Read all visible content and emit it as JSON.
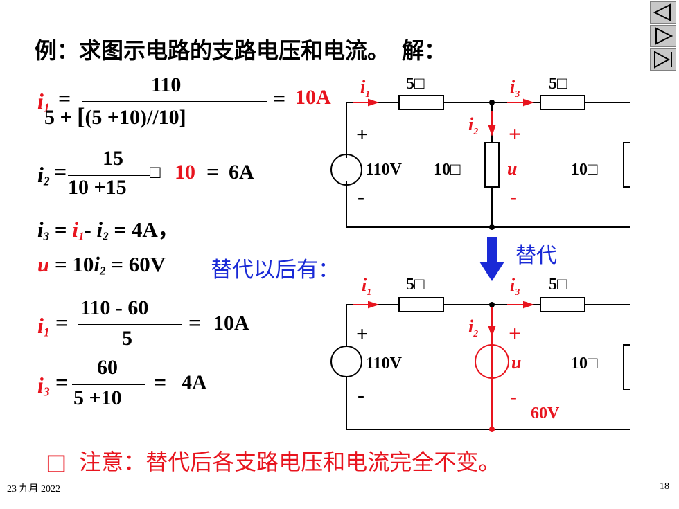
{
  "title": "例：求图示电路的支路电压和电流。",
  "solve_label": "解：",
  "eq1": {
    "lhs": "i",
    "sub": "1",
    "eq": "=",
    "num": "110",
    "den_a": "5 + ",
    "den_b": "[",
    "den_c": "(5 +10)//10]",
    "res_eq": "=",
    "result": "10A"
  },
  "eq2": {
    "lhs": "i",
    "sub": "2",
    "eq": "=",
    "num": "15",
    "den": "10 +15",
    "box": "□",
    "mul": "10",
    "eq2": "=",
    "result": "6A"
  },
  "eq3": {
    "lhs": "i",
    "sub": "3",
    "eq": "=",
    "i1": "i",
    "i1sub": "1",
    "minus": "- ",
    "i2": "i",
    "i2sub": "2",
    "eq2": "= ",
    "result": "4A，"
  },
  "eq4": {
    "lhs": "u",
    "eq": "= ",
    "coef": "10",
    "var": "i",
    "varsub": "2",
    "eq2": "= ",
    "result": "60V"
  },
  "replace_text": "替代以后有：",
  "eq5": {
    "lhs": "i",
    "sub": "1",
    "eq": "=",
    "num": "110 - 60",
    "den": "5",
    "eq2": "=",
    "result": "10A"
  },
  "eq6": {
    "lhs": "i",
    "sub": "3",
    "eq": "=",
    "num": "60",
    "den": "5 +10",
    "eq2": "=",
    "result": "4A"
  },
  "arrow_label": "替代",
  "note_bullet": "□",
  "note": "注意：替代后各支路电压和电流完全不变。",
  "date": "23 九月 2022",
  "page_number": "18",
  "circuit1": {
    "i1": "i",
    "i1sub": "1",
    "r1": "5□",
    "i3": "i",
    "i3sub": "3",
    "r3": "5□",
    "i2": "i",
    "i2sub": "2",
    "plus_left": "+",
    "source": "110V",
    "r2": "10□",
    "plus_mid": "+",
    "u": "u",
    "r4": "10□",
    "minus_left": "-",
    "minus_mid": "-"
  },
  "circuit2": {
    "i1": "i",
    "i1sub": "1",
    "r1": "5□",
    "i3": "i",
    "i3sub": "3",
    "r3": "5□",
    "i2": "i",
    "i2sub": "2",
    "plus_left": "+",
    "source": "110V",
    "plus_mid": "+",
    "u": "u",
    "r4": "10□",
    "minus_left": "-",
    "minus_mid": "-",
    "source2": "60V"
  },
  "colors": {
    "red": "#e8141e",
    "blue": "#1a2ad6",
    "black": "#000000"
  }
}
